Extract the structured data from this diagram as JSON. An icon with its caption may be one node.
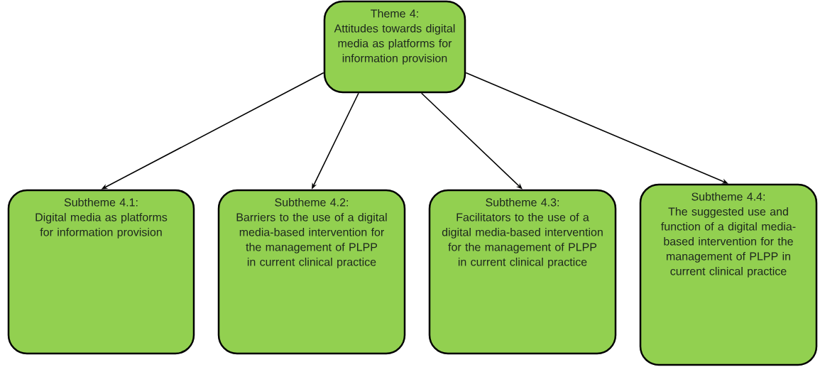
{
  "diagram": {
    "nodes": [
      {
        "text": [
          "Theme 4:",
          "Attitudes towards digital media as platforms for information provision"
        ]
      },
      {
        "text": [
          "Subtheme 4.1:",
          "Digital media as platforms for information provision"
        ]
      },
      {
        "text": [
          "Subtheme 4.2:",
          "Barriers to the use of a digital media-based intervention for the management of PLPP in current clinical practice"
        ]
      },
      {
        "text": [
          "Subtheme 4.3:",
          "Facilitators to the use of a digital media-based intervention for the management of PLPP in current clinical practice"
        ]
      },
      {
        "text": [
          "Subtheme 4.4:",
          "The suggested use and function of a digital media-based intervention for the management of PLPP in current clinical practice"
        ]
      }
    ],
    "edges": [
      {
        "from": 0,
        "to": 1,
        "arrow": "to"
      },
      {
        "from": 0,
        "to": 2,
        "arrow": "to"
      },
      {
        "from": 0,
        "to": 3,
        "arrow": "to"
      },
      {
        "from": 0,
        "to": 4,
        "arrow": "to"
      }
    ]
  }
}
